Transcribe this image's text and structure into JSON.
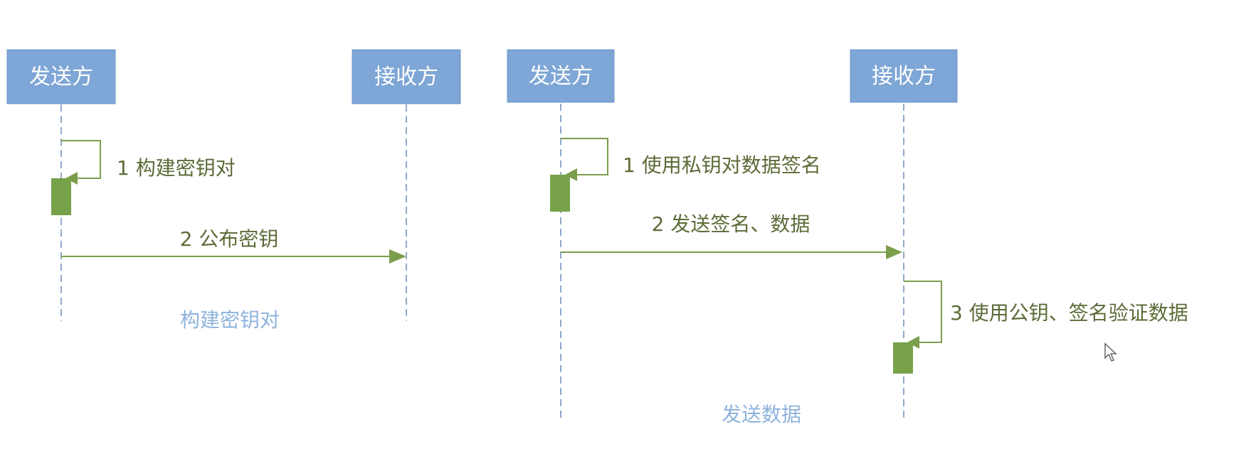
{
  "colors": {
    "participant_fill": "#7ea6d6",
    "participant_text": "#ffffff",
    "lifeline": "#8fa9cc",
    "message_line": "#7a9e4b",
    "activation": "#77a24a",
    "message_text": "#5c6b38",
    "caption_text": "#8eb3dc"
  },
  "diagrams": [
    {
      "participants": [
        "发送方",
        "接收方"
      ],
      "messages": [
        {
          "label": "1 构建密钥对",
          "kind": "self",
          "on": "发送方"
        },
        {
          "label": "2 公布密钥",
          "kind": "call",
          "from": "发送方",
          "to": "接收方"
        }
      ],
      "caption": "构建密钥对"
    },
    {
      "participants": [
        "发送方",
        "接收方"
      ],
      "messages": [
        {
          "label": "1 使用私钥对数据签名",
          "kind": "self",
          "on": "发送方"
        },
        {
          "label": "2 发送签名、数据",
          "kind": "call",
          "from": "发送方",
          "to": "接收方"
        },
        {
          "label": "3 使用公钥、签名验证数据",
          "kind": "self",
          "on": "接收方"
        }
      ],
      "caption": "发送数据"
    }
  ],
  "icons": {
    "cursor": "mouse-pointer-icon"
  }
}
